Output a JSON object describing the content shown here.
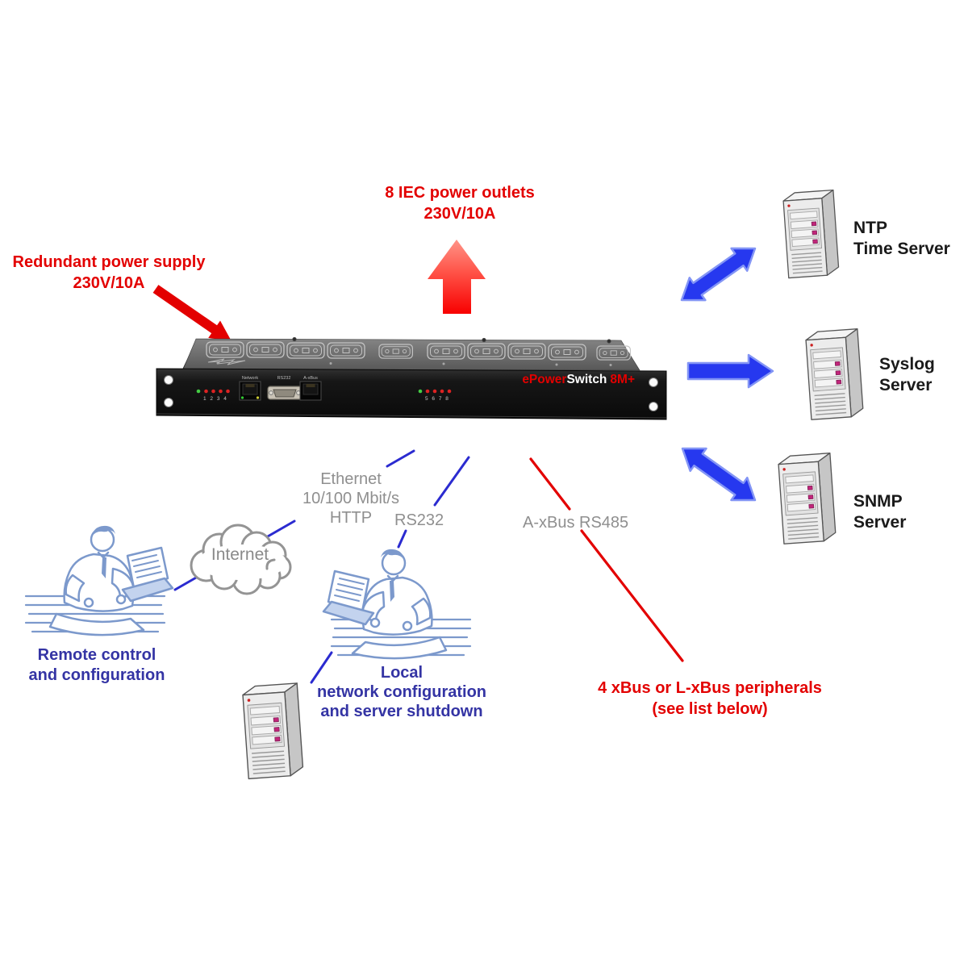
{
  "diagram": {
    "outlets_label": {
      "line1": "8 IEC power outlets",
      "line2": "230V/10A"
    },
    "power_label": {
      "line1": "Redundant power supply",
      "line2": "230V/10A"
    },
    "device": {
      "brand_red1": "ePower",
      "brand_white": "Switch",
      "brand_red2": "8M+",
      "port_network": "Network",
      "port_rs232": "RS232",
      "port_axbus": "A-xBus",
      "leds_left": "1 2 3 4",
      "leds_right": "5 6 7 8"
    },
    "servers": {
      "ntp": {
        "line1": "NTP",
        "line2": "Time Server"
      },
      "syslog": {
        "line1": "Syslog",
        "line2": "Server"
      },
      "snmp": {
        "line1": "SNMP",
        "line2": "Server"
      }
    },
    "links": {
      "ethernet": {
        "line1": "Ethernet",
        "line2": "10/100 Mbit/s",
        "line3": "HTTP"
      },
      "rs232": "RS232",
      "axbus": "A-xBus RS485"
    },
    "internet_label": "Internet",
    "captions": {
      "remote": {
        "line1": "Remote control",
        "line2": "and configuration"
      },
      "local": {
        "line1": "Local",
        "line2": "network configuration",
        "line3": "and server shutdown"
      },
      "xbus": {
        "line1": "4 xBus or L-xBus peripherals",
        "line2": "(see list below)"
      }
    },
    "colors": {
      "red": "#e30000",
      "blue_arrow": "#2638ef",
      "blue_arrow_edge": "#8395f5",
      "blue_line": "#2b2bd0",
      "blue_text": "#3434a4",
      "gray_text": "#8f8f8f"
    }
  }
}
